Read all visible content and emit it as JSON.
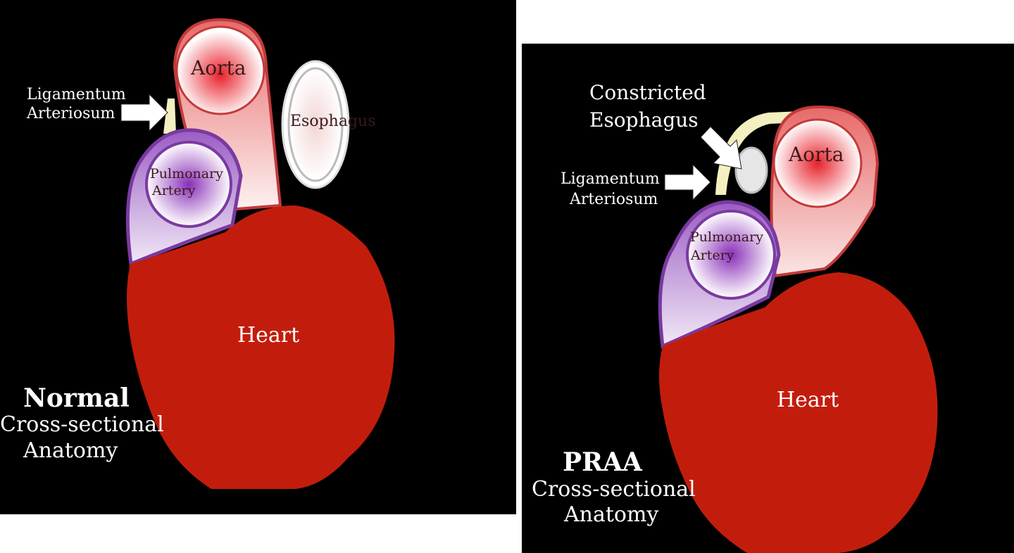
{
  "normal": {
    "title": "Normal",
    "subtitle_1": "Cross-sectional",
    "subtitle_2": "Anatomy",
    "aorta": "Aorta",
    "esophagus": "Esophagus",
    "ligamentum_1": "Ligamentum",
    "ligamentum_2": "Arteriosum",
    "pulmonary_1": "Pulmonary",
    "pulmonary_2": "Artery",
    "heart": "Heart"
  },
  "praa": {
    "title": "PRAA",
    "subtitle_1": "Cross-sectional",
    "subtitle_2": "Anatomy",
    "aorta": "Aorta",
    "constricted_1": "Constricted",
    "constricted_2": "Esophagus",
    "ligamentum_1": "Ligamentum",
    "ligamentum_2": "Arteriosum",
    "pulmonary_1": "Pulmonary",
    "pulmonary_2": "Artery",
    "heart": "Heart"
  },
  "colors": {
    "heart": "#c21d0c",
    "aorta_center": "#e8202a",
    "pulmonary_center": "#8a2fb8",
    "pulmonary_border": "#7a3aa0",
    "ligament": "#f4efc0"
  }
}
